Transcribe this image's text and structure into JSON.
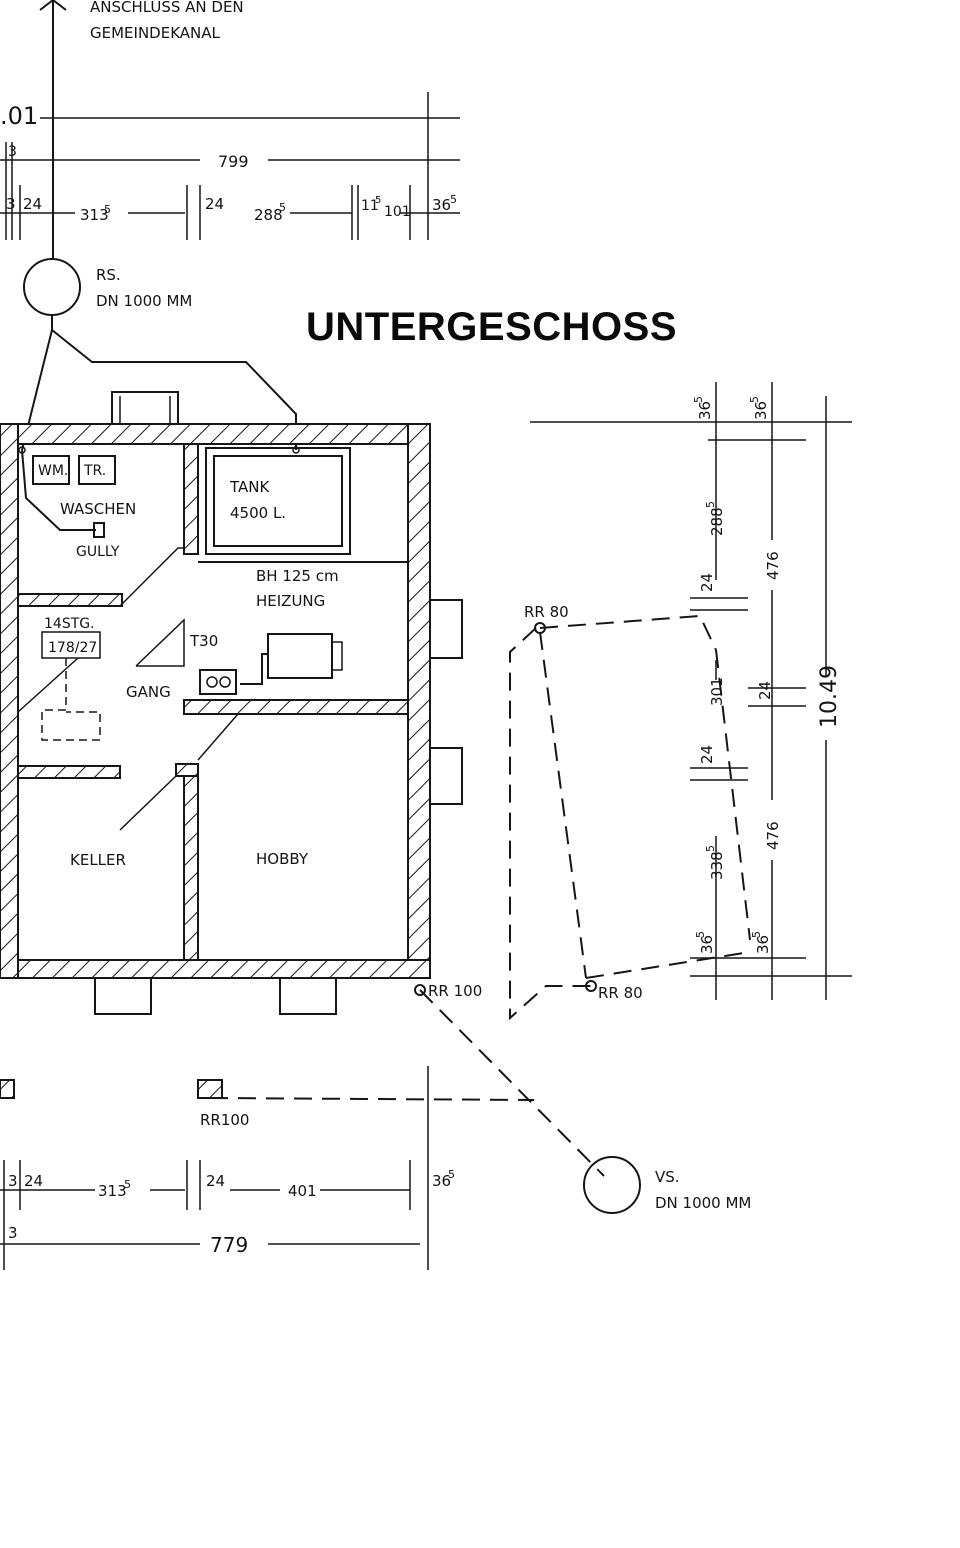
{
  "title": "UNTERGESCHOSS",
  "connection": {
    "line1": "ANSCHLUSS AN DEN",
    "line2": "GEMEINDEKANAL"
  },
  "level_mark": ".01",
  "rs": {
    "label": "RS.",
    "size": "DN 1000 MM"
  },
  "vs": {
    "label": "VS.",
    "size": "DN 1000 MM"
  },
  "top_dims": {
    "total": "799",
    "left_edge": "3",
    "d1": "3",
    "d2": "24",
    "d3": "313",
    "d3_sup": "5",
    "d4": "24",
    "d5": "288",
    "d5_sup": "5",
    "d6": "11",
    "d6_sup": "5",
    "d7": "101",
    "d8": "36",
    "d8_sup": "5"
  },
  "bottom_dims": {
    "total": "779",
    "left_edge": "3",
    "d1": "3",
    "d2": "24",
    "d3": "313",
    "d3_sup": "5",
    "d4": "24",
    "d5": "401",
    "d6": "36",
    "d6_sup": "5"
  },
  "right_dims": {
    "top_a": "36",
    "top_a_sup": "5",
    "top_b": "36",
    "top_b_sup": "5",
    "s1": "288",
    "s1_sup": "5",
    "s2": "24",
    "s3": "301",
    "s4": "24",
    "s5": "338",
    "s5_sup": "5",
    "s6": "36",
    "s6_sup": "5",
    "b1": "476",
    "b2": "24",
    "b3": "476",
    "b4": "36",
    "b4_sup": "5",
    "total": "10.49"
  },
  "rooms": {
    "wm": "WM.",
    "tr": "TR.",
    "waschen": "WASCHEN",
    "gully": "GULLY",
    "tank": "TANK",
    "tank_vol": "4500 L.",
    "bh": "BH 125 cm",
    "heizung": "HEIZUNG",
    "stairs": "14STG.",
    "stairs_ratio": "178/27",
    "t30": "T30",
    "gang": "GANG",
    "keller": "KELLER",
    "hobby": "HOBBY"
  },
  "drains": {
    "rr80_top": "RR 80",
    "rr100": "RR 100",
    "rr80_bottom": "RR 80",
    "rr100_lower": "RR100"
  }
}
